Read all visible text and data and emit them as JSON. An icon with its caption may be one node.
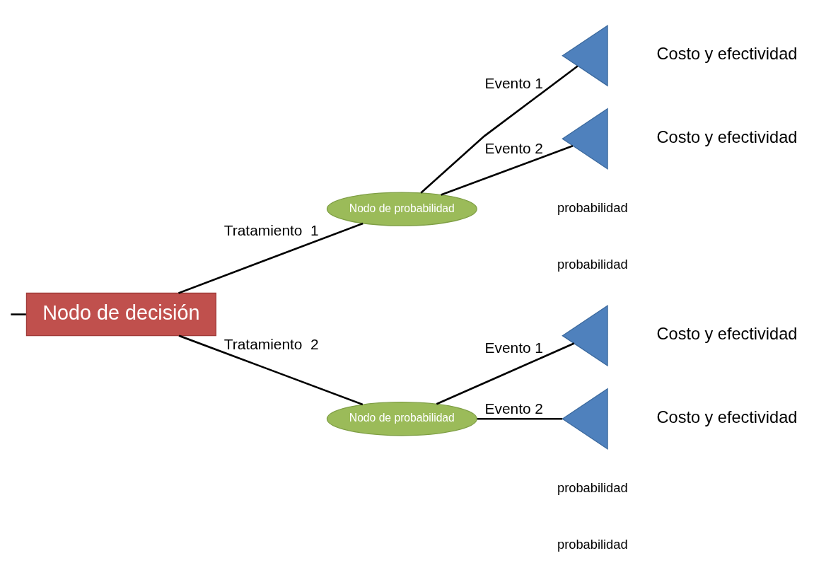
{
  "diagram": {
    "nodes": [
      {
        "text": [
          "Nodo de decisión"
        ]
      },
      {
        "text": [
          "Nodo de probabilidad"
        ]
      },
      {
        "text": [],
        "shape": "triangle",
        "beside": [
          "Costo y efectividad"
        ]
      },
      {
        "text": [],
        "shape": "triangle",
        "beside": [
          "Costo y efectividad"
        ]
      },
      {
        "text": [
          "Nodo de probabilidad"
        ]
      },
      {
        "text": [],
        "shape": "triangle",
        "beside": [
          "Costo y efectividad"
        ]
      },
      {
        "text": [],
        "shape": "triangle",
        "beside": [
          "Costo y efectividad"
        ]
      }
    ],
    "edges": [
      {
        "from": null,
        "to": 0,
        "arrow": "none"
      },
      {
        "from": 0,
        "to": 1,
        "arrow": "none",
        "label": "Tratamiento  1"
      },
      {
        "from": 1,
        "to": 2,
        "arrow": "none",
        "label": "Evento 1"
      },
      {
        "from": 1,
        "to": 3,
        "arrow": "none",
        "label": "Evento 2"
      },
      {
        "from": 0,
        "to": 4,
        "arrow": "none",
        "label": "Tratamiento  2"
      },
      {
        "from": 4,
        "to": 5,
        "arrow": "none",
        "label": "Evento 1"
      },
      {
        "from": 4,
        "to": 6,
        "arrow": "none",
        "label": "Evento 2"
      }
    ],
    "labels": [
      "probabilidad",
      "probabilidad",
      "probabilidad",
      "probabilidad"
    ]
  }
}
